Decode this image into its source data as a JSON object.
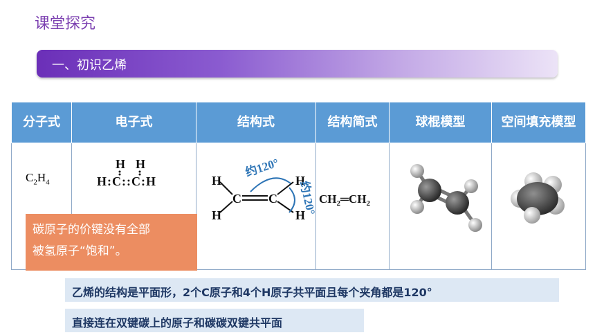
{
  "page_title": "课堂探究",
  "section_banner": "一、初识乙烯",
  "table": {
    "headers": [
      "分子式",
      "电子式",
      "结构式",
      "结构简式",
      "球棍模型",
      "空间填充模型"
    ],
    "molecular_formula": {
      "base": "C",
      "sub1": "2",
      "mid": "H",
      "sub2": "4"
    },
    "electron_formula": {
      "top_h1": "H",
      "top_h2": "H",
      "bottom": "H:C::C:H"
    },
    "structural_formula": {
      "h": "H",
      "c": "C",
      "angle_label": "约120°"
    },
    "condensed_formula": {
      "left": "CH",
      "sub": "2",
      "bond": "═",
      "right": "CH",
      "sub_r": "2"
    }
  },
  "callout": {
    "line1": "碳原子的价键没有全部",
    "line2": "被氢原子“饱和”。"
  },
  "notes": {
    "line1": "乙烯的结构是平面形，2个C原子和4个H原子共平面且每个夹角都是120°",
    "line2": "直接连在双键碳上的原子和碳碳双键共平面"
  },
  "colors": {
    "header_bg": "#5b9bd5",
    "banner_start": "#6b2fb8",
    "callout_bg": "#ec8d61",
    "note_bg": "#dde8f4",
    "title": "#7b3fb0"
  }
}
